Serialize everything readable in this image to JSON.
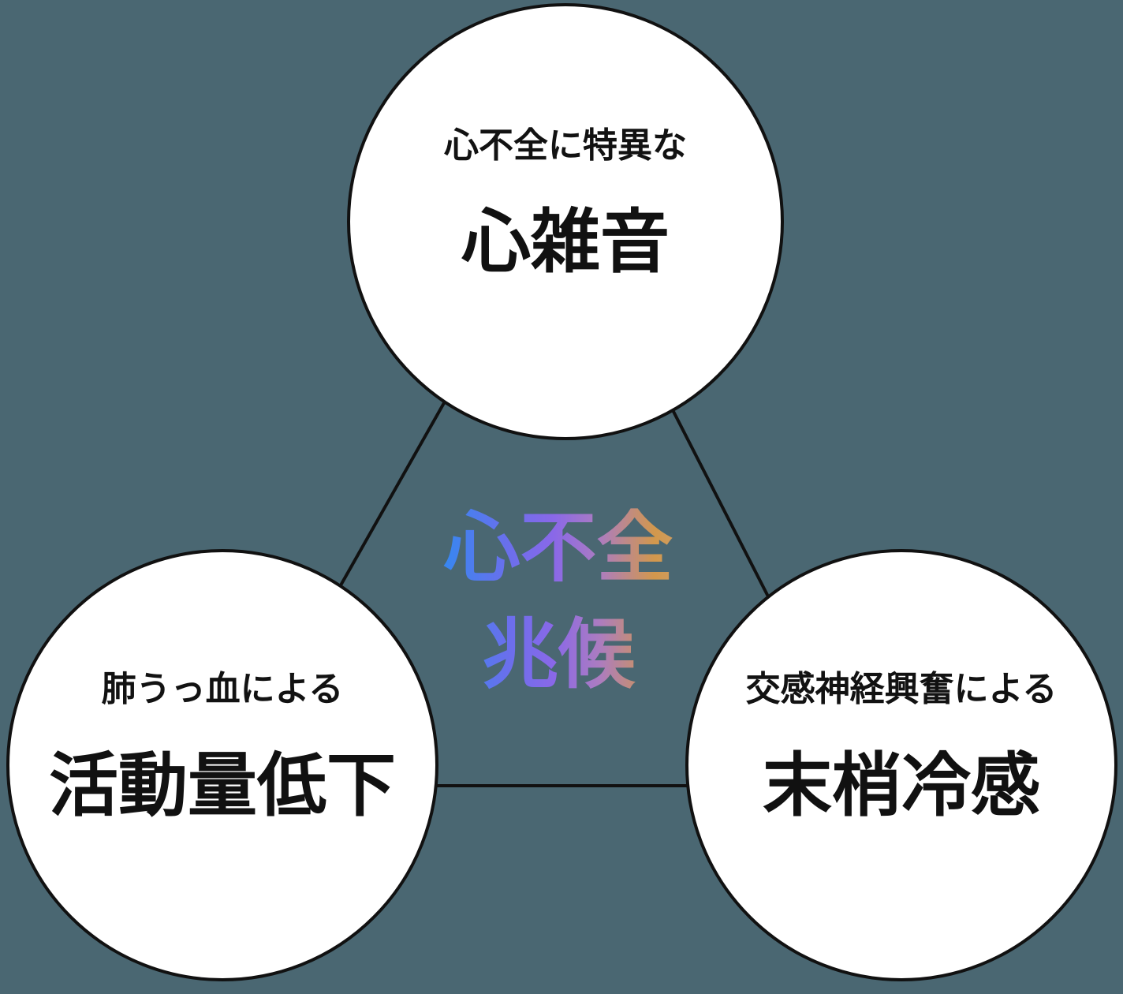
{
  "diagram": {
    "center_label": {
      "line1": "心不全",
      "line2": "兆候"
    },
    "nodes": [
      {
        "position": "top",
        "subtitle": "心不全に特異な",
        "title": "心雑音"
      },
      {
        "position": "bottom-left",
        "subtitle": "肺うっ血による",
        "title": "活動量低下"
      },
      {
        "position": "bottom-right",
        "subtitle": "交感神経興奮による",
        "title": "末梢冷感"
      }
    ],
    "colors": {
      "background": "#4A6772",
      "circle_fill": "#FFFFFF",
      "stroke": "#111111",
      "center_gradient": [
        "#3787F0",
        "#6A6FEC",
        "#8A68E8",
        "#AC7CC0",
        "#D2984C",
        "#CF9C5E"
      ]
    }
  }
}
